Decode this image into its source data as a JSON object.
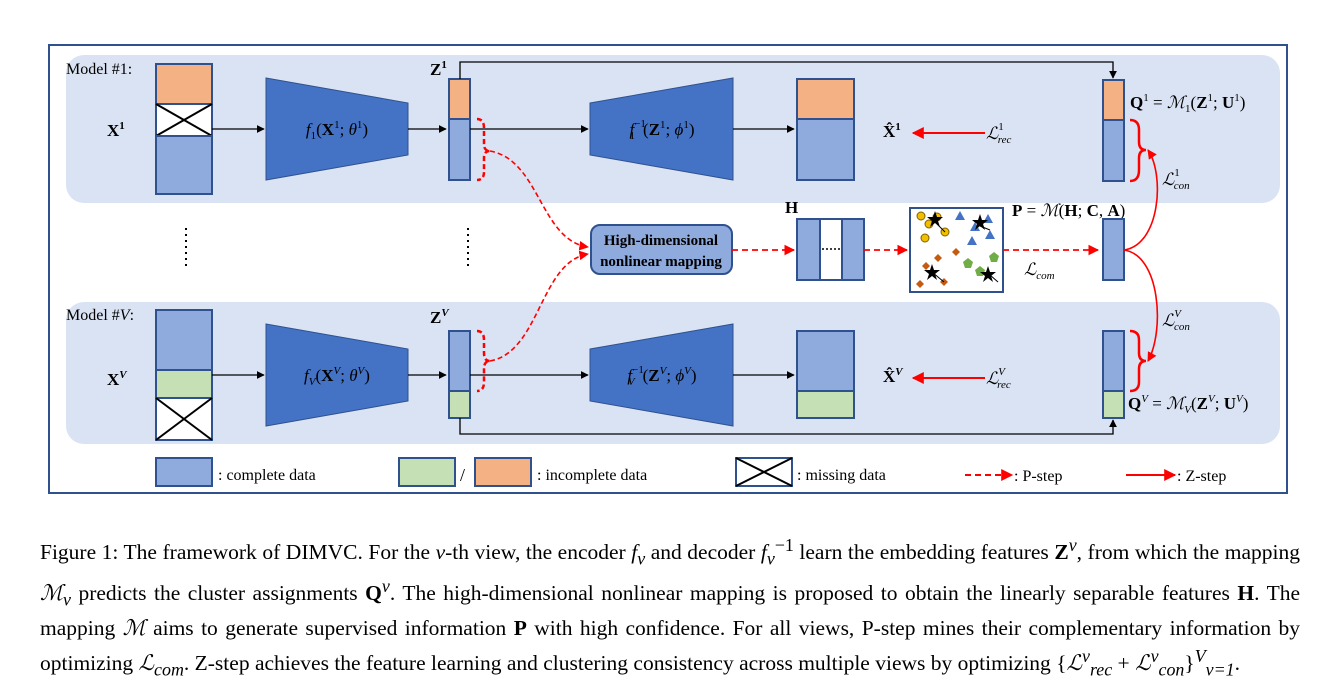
{
  "figure": {
    "model1_label": "Model #1:",
    "modelV_label": "Model #",
    "modelV_label_var": "V",
    "x1": "X",
    "x1_sup": "1",
    "xV": "X",
    "xV_sup": "V",
    "z1": "Z",
    "z1_sup": "1",
    "zV": "Z",
    "zV_sup": "V",
    "encoder1": "f₁(X¹; θ¹)",
    "encoderV": "f_V(X^V; θ^V)",
    "decoder1": "f₁⁻¹(Z¹; ϕ¹)",
    "decoderV": "f_V⁻¹(Z^V; ϕ^V)",
    "xhat1": "X̂",
    "xhat1_sup": "1",
    "xhatV": "X̂",
    "xhatV_sup": "V",
    "lrec1": "ℒ",
    "lrec1_sup": "1",
    "lrec1_sub": "rec",
    "lrecV": "ℒ",
    "lrecV_sup": "V",
    "lrecV_sub": "rec",
    "q1": "Q¹ = ℳ₁(Z¹; U¹)",
    "qV": "Q^V = ℳ_V(Z^V; U^V)",
    "lcon1": "ℒ",
    "lcon1_sup": "1",
    "lcon1_sub": "con",
    "lconV": "ℒ",
    "lconV_sup": "V",
    "lconV_sub": "con",
    "mapping_line1": "High-dimensional",
    "mapping_line2": "nonlinear mapping",
    "h": "H",
    "p": "P = ℳ(H; C, A)",
    "lcom": "ℒ",
    "lcom_sub": "com",
    "dots": "⋮"
  },
  "legend": {
    "complete": ": complete data",
    "slash": "/",
    "incomplete": ": incomplete data",
    "missing": ": missing data",
    "pstep": ": P-step",
    "zstep": ": Z-step"
  },
  "colors": {
    "blue": "#8faadc",
    "dark_blue": "#4472c4",
    "orange": "#f4b183",
    "green": "#c5e0b4",
    "panel": "#dae3f3",
    "red": "#ff0000",
    "outline": "#2f528f"
  },
  "caption": {
    "p1": "Figure 1: The framework of DIMVC. For the ",
    "v1": "v",
    "p2": "-th view, the encoder ",
    "fv": "f",
    "fv_sub": "v",
    "p3": " and decoder ",
    "fvinv": "f",
    "fvinv_sub": "v",
    "fvinv_sup": "−1",
    "p4": " learn the embedding features ",
    "zv": "Z",
    "zv_sup": "v",
    "p5": ", from which the mapping ",
    "mv": "ℳ",
    "mv_sub": "v",
    "p6": " predicts the cluster assignments ",
    "qv": "Q",
    "qv_sup": "v",
    "p7": ". The high-dimensional nonlinear mapping is proposed to obtain the linearly separable features ",
    "h": "H",
    "p8": ". The mapping ",
    "m": "ℳ",
    "p9": " aims to generate supervised information ",
    "p": "P",
    "p10": " with high confidence. For all views, P-step mines their complementary information by optimizing ",
    "lcom": "ℒ",
    "lcom_sub": "com",
    "p11": ". Z-step achieves the feature learning and clustering consistency across multiple views by optimizing ",
    "set_open": "{",
    "lrec": "ℒ",
    "lrec_sup": "v",
    "lrec_sub": "rec",
    "plus": " + ",
    "lcon": "ℒ",
    "lcon_sup": "v",
    "lcon_sub": "con",
    "set_close": "}",
    "range_sup": "V",
    "range_sub": "v=1",
    "p12": "."
  }
}
